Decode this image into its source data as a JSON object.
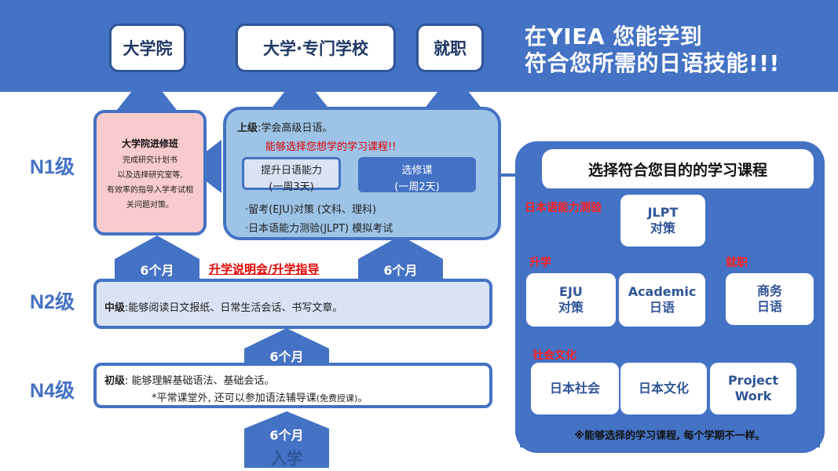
{
  "header": {
    "headline_line1": "在YIEA 您能学到",
    "headline_line2": "符合您所需的日语技能!!!"
  },
  "destinations": {
    "graduate": "大学院",
    "university": "大学·专门学校",
    "employment": "就职"
  },
  "levels": {
    "n1": "N1级",
    "n2": "N2级",
    "n4": "N4级"
  },
  "graduate_course": {
    "title": "大学院进修班",
    "lines": [
      "完成研究计划书",
      "以及选择研究室等,",
      "有效率的指导入学考试相",
      "关问题对策。"
    ]
  },
  "advanced": {
    "label": "上级",
    "text": ":学会高级日语。",
    "highlight": "能够选择您想学的学习课程!!",
    "course1_name": "提升日语能力",
    "course1_freq": "(一周3天)",
    "course2_name": "选修课",
    "course2_freq": "(一周2天)",
    "bullet1": "·留考(EJU)对策 (文科、理科)",
    "bullet2": "·日本语能力测验(JLPT) 模拟考试"
  },
  "intermediate": {
    "label": "中级",
    "text": ":能够阅读日文报纸、日常生活会话、书写文章。"
  },
  "beginner": {
    "label": "初级",
    "text": ":  能够理解基础语法、基础会话。",
    "note": "*平常课堂外, 还可以参加语法辅导课",
    "note_small": "(免费授课)",
    "note_end": "。"
  },
  "arrows": {
    "six_months": "6个月",
    "entrance": "入学",
    "guidance": "升学说明会/升学指导"
  },
  "courses_panel": {
    "title": "选择符合您目的的学习课程",
    "cat_jlpt": "日本语能力测验",
    "cat_university": "升学",
    "cat_employment": "就职",
    "cat_culture": "社会文化",
    "tile_jlpt_1": "JLPT",
    "tile_jlpt_2": "对策",
    "tile_eju_1": "EJU",
    "tile_eju_2": "对策",
    "tile_academic_1": "Academic",
    "tile_academic_2": "日语",
    "tile_business_1": "商务",
    "tile_business_2": "日语",
    "tile_society": "日本社会",
    "tile_culture": "日本文化",
    "tile_project_1": "Project",
    "tile_project_2": "Work",
    "footnote": "※能够选择的学习课程, 每个学期不一样。"
  },
  "colors": {
    "brand_blue": "#4472c4",
    "dark_blue": "#2f5597",
    "pink": "#f8cbcf",
    "light_blue": "#9dc3e6",
    "pale_blue": "#dae3f3",
    "red": "#e00000"
  }
}
